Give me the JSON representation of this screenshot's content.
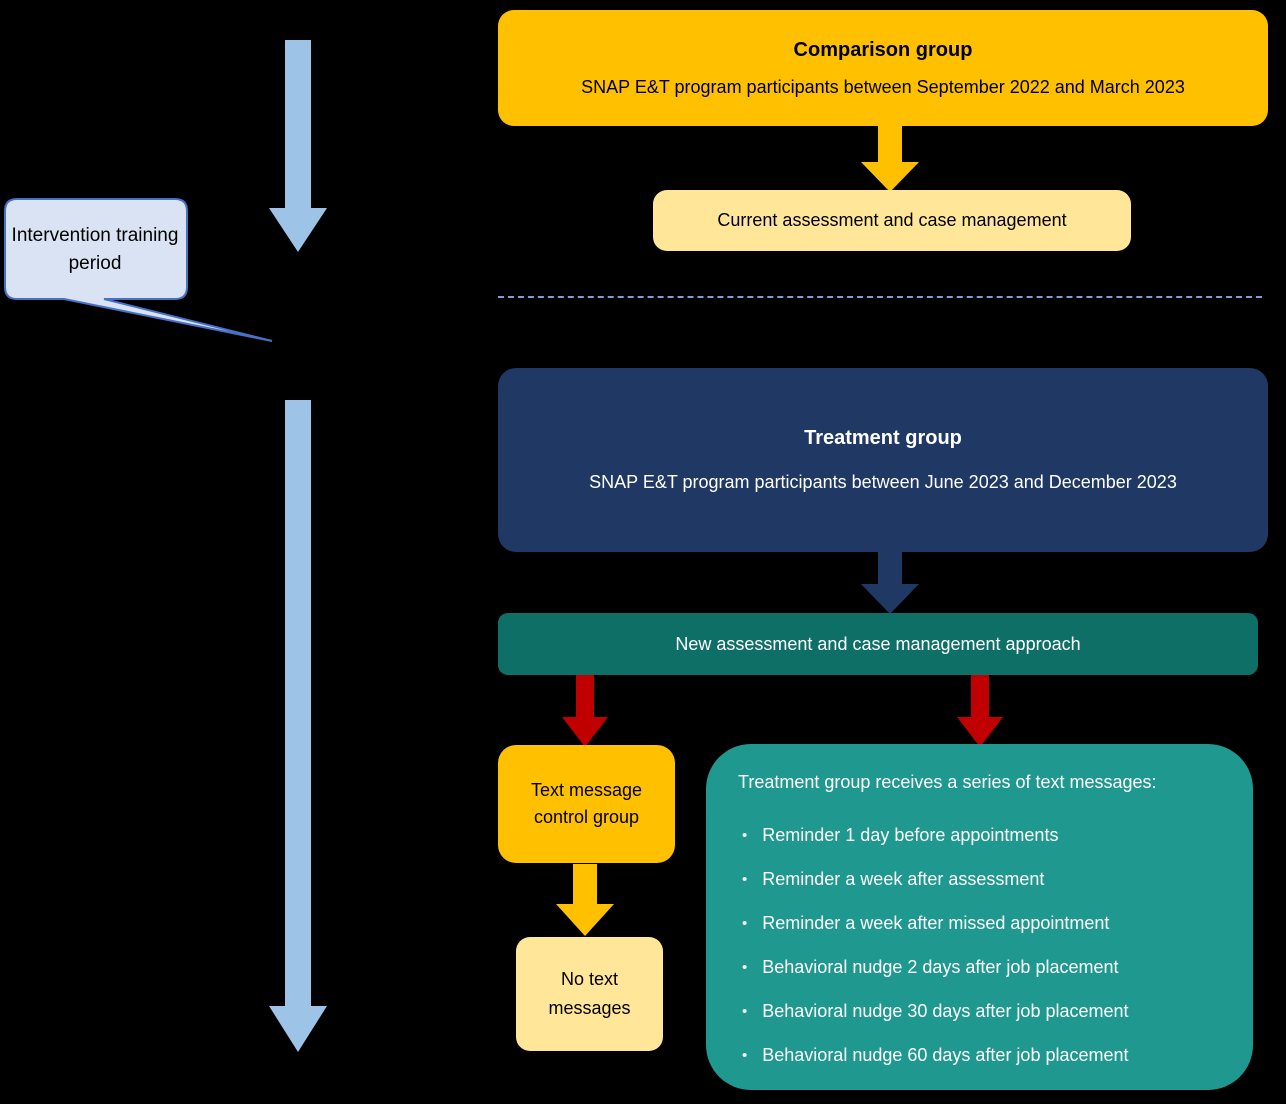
{
  "colors": {
    "background": "#000000",
    "gold": "#FFC000",
    "cream": "#FFE699",
    "navy": "#1F3864",
    "teal_dark": "#0E6F66",
    "teal": "#1F998F",
    "red": "#C00000",
    "light_blue": "#9DC3E6",
    "callout_fill": "#DAE3F3",
    "callout_border": "#4472C4",
    "divider_blue": "#7F9FD6"
  },
  "callout": {
    "label": "Intervention training period"
  },
  "comparison_group": {
    "title": "Comparison group",
    "subtitle": "SNAP E&T program participants between September 2022 and March 2023"
  },
  "current_assessment": {
    "label": "Current assessment and case management"
  },
  "treatment_group": {
    "title": "Treatment group",
    "subtitle": "SNAP E&T program participants between June 2023 and December 2023"
  },
  "new_assessment": {
    "label": "New assessment and case management approach"
  },
  "text_control": {
    "label": "Text message control group"
  },
  "no_text": {
    "label": "No text messages"
  },
  "text_messages": {
    "title": "Treatment group receives a series of text messages:",
    "bullet": "•",
    "items": [
      "Reminder 1 day before appointments",
      "Reminder a week after assessment",
      "Reminder a week after missed appointment",
      "Behavioral nudge 2 days after job placement",
      "Behavioral nudge 30 days after job placement",
      "Behavioral nudge 60 days after job placement"
    ]
  }
}
